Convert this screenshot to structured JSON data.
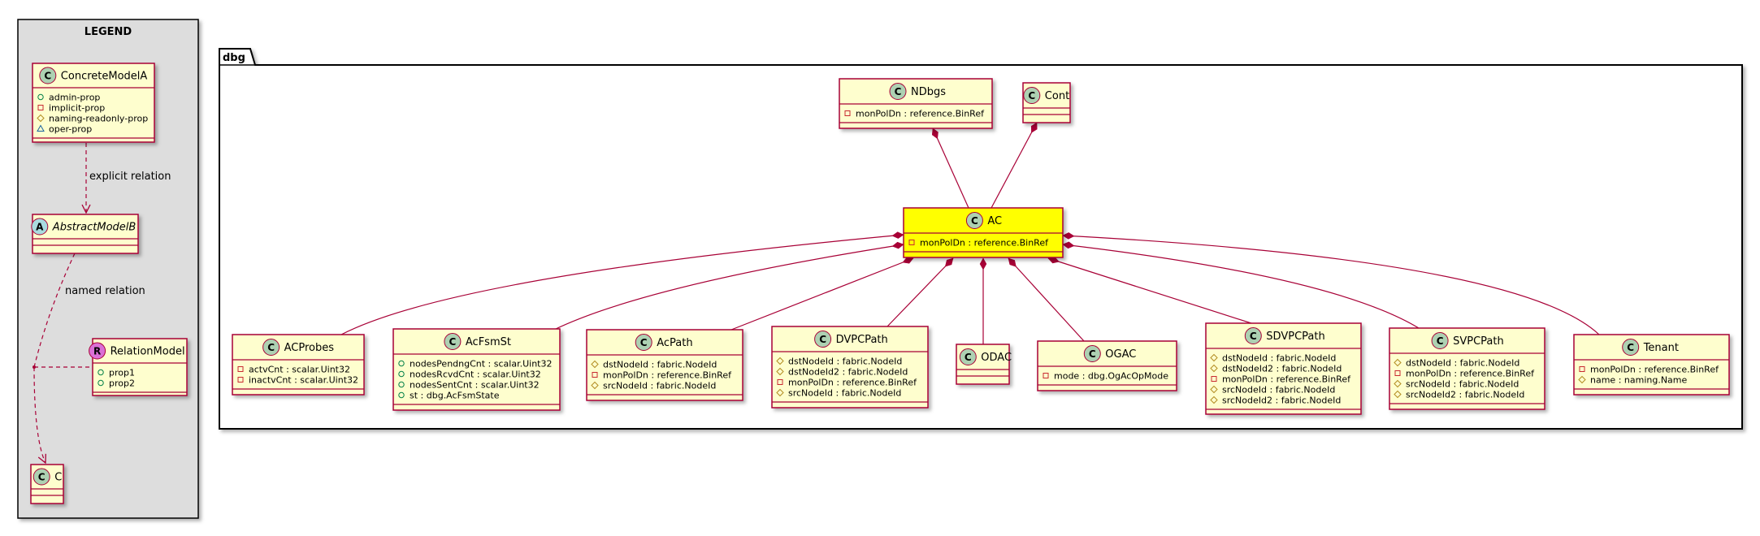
{
  "legend": {
    "title": "LEGEND",
    "concrete": {
      "name": "ConcreteModelA",
      "stereo": "C",
      "attrs": [
        {
          "vis": "+",
          "text": "admin-prop"
        },
        {
          "vis": "-",
          "text": "implicit-prop"
        },
        {
          "vis": "#",
          "text": "naming-readonly-prop"
        },
        {
          "vis": "△",
          "text": "oper-prop"
        }
      ]
    },
    "abstract": {
      "name": "AbstractModelB",
      "stereo": "A"
    },
    "relation": {
      "name": "RelationModel",
      "stereo": "R",
      "attrs": [
        {
          "vis": "+",
          "text": "prop1"
        },
        {
          "vis": "+",
          "text": "prop2"
        }
      ]
    },
    "c": {
      "name": "C",
      "stereo": "C"
    },
    "explicit_label": "explicit relation",
    "named_label": "named relation"
  },
  "package": {
    "name": "dbg"
  },
  "classes": {
    "ndbgs": {
      "name": "NDbgs",
      "attrs": [
        {
          "vis": "-",
          "text": "monPolDn : reference.BinRef"
        }
      ]
    },
    "cont": {
      "name": "Cont",
      "attrs": []
    },
    "ac": {
      "name": "AC",
      "attrs": [
        {
          "vis": "-",
          "text": "monPolDn : reference.BinRef"
        }
      ]
    },
    "acprobes": {
      "name": "ACProbes",
      "attrs": [
        {
          "vis": "-",
          "text": "actvCnt : scalar.Uint32"
        },
        {
          "vis": "-",
          "text": "inactvCnt : scalar.Uint32"
        }
      ]
    },
    "acfsmst": {
      "name": "AcFsmSt",
      "attrs": [
        {
          "vis": "+",
          "text": "nodesPendngCnt : scalar.Uint32"
        },
        {
          "vis": "+",
          "text": "nodesRcvdCnt : scalar.Uint32"
        },
        {
          "vis": "+",
          "text": "nodesSentCnt : scalar.Uint32"
        },
        {
          "vis": "+",
          "text": "st : dbg.AcFsmState"
        }
      ]
    },
    "acpath": {
      "name": "AcPath",
      "attrs": [
        {
          "vis": "#",
          "text": "dstNodeId : fabric.NodeId"
        },
        {
          "vis": "-",
          "text": "monPolDn : reference.BinRef"
        },
        {
          "vis": "#",
          "text": "srcNodeId : fabric.NodeId"
        }
      ]
    },
    "dvpcpath": {
      "name": "DVPCPath",
      "attrs": [
        {
          "vis": "#",
          "text": "dstNodeId : fabric.NodeId"
        },
        {
          "vis": "#",
          "text": "dstNodeId2 : fabric.NodeId"
        },
        {
          "vis": "-",
          "text": "monPolDn : reference.BinRef"
        },
        {
          "vis": "#",
          "text": "srcNodeId : fabric.NodeId"
        }
      ]
    },
    "odac": {
      "name": "ODAC",
      "attrs": []
    },
    "ogac": {
      "name": "OGAC",
      "attrs": [
        {
          "vis": "-",
          "text": "mode : dbg.OgAcOpMode"
        }
      ]
    },
    "sdvpcpath": {
      "name": "SDVPCPath",
      "attrs": [
        {
          "vis": "#",
          "text": "dstNodeId : fabric.NodeId"
        },
        {
          "vis": "#",
          "text": "dstNodeId2 : fabric.NodeId"
        },
        {
          "vis": "-",
          "text": "monPolDn : reference.BinRef"
        },
        {
          "vis": "#",
          "text": "srcNodeId : fabric.NodeId"
        },
        {
          "vis": "#",
          "text": "srcNodeId2 : fabric.NodeId"
        }
      ]
    },
    "svpcpath": {
      "name": "SVPCPath",
      "attrs": [
        {
          "vis": "#",
          "text": "dstNodeId : fabric.NodeId"
        },
        {
          "vis": "-",
          "text": "monPolDn : reference.BinRef"
        },
        {
          "vis": "#",
          "text": "srcNodeId : fabric.NodeId"
        },
        {
          "vis": "#",
          "text": "srcNodeId2 : fabric.NodeId"
        }
      ]
    },
    "tenant": {
      "name": "Tenant",
      "attrs": [
        {
          "vis": "-",
          "text": "monPolDn : reference.BinRef"
        },
        {
          "vis": "#",
          "text": "name : naming.Name"
        }
      ]
    }
  },
  "colors": {
    "class_fill": "#FEFECE",
    "class_border": "#A80036",
    "highlight_fill": "#FFFF00",
    "legend_bg": "#DDDDDD",
    "stereo_c": "#ADD1B2",
    "stereo_a": "#A9DCDF",
    "stereo_r": "#DA70D6"
  }
}
